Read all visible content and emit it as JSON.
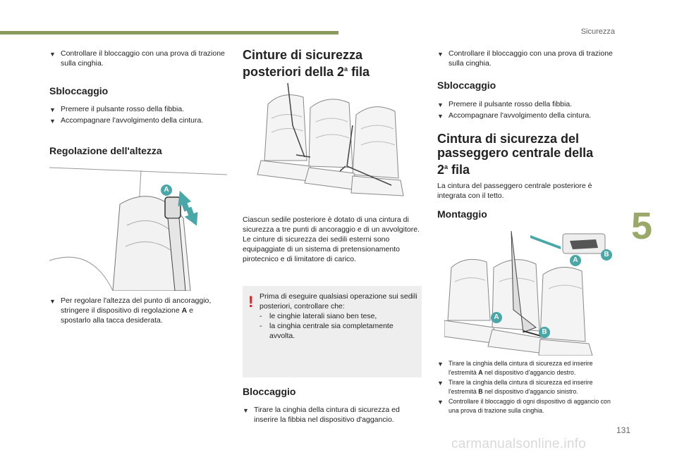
{
  "page": {
    "section": "Sicurezza",
    "chapter": "5",
    "page_number": "131",
    "watermark": "carmanualsonline.info"
  },
  "col1": {
    "intro_bullet": "Controllare il bloccaggio con una prova di trazione sulla cinghia.",
    "unlock_title": "Sbloccaggio",
    "unlock_bullets": [
      "Premere il pulsante rosso della fibbia.",
      "Accompagnare l'avvolgimento della cintura."
    ],
    "height_title": "Regolazione dell'altezza",
    "height_bullet_a": "Per regolare l'altezza del punto di ancoraggio, stringere il dispositivo di regolazione ",
    "height_bullet_bold": "A",
    "height_bullet_b": " e spostarlo alla tacca desiderata.",
    "callout_a": "A"
  },
  "col2": {
    "title_line1": "Cinture di sicurezza",
    "title_line2": "posteriori della 2",
    "title_sup": "a",
    "title_end": " fila",
    "para1": "Ciascun sedile posteriore è dotato di una cintura di sicurezza a tre punti di ancoraggio e di un avvolgitore.",
    "para2": "Le cinture di sicurezza dei sedili esterni sono equipaggiate di un sistema di pretensionamento pirotecnico e di limitatore di carico.",
    "warning_mark": "!",
    "warning_intro": "Prima di eseguire qualsiasi operazione sui sedili posteriori, controllare che:",
    "warning_items": [
      "le cinghie laterali siano ben tese,",
      "la cinghia centrale sia completamente avvolta."
    ],
    "lock_title": "Bloccaggio",
    "lock_bullet": "Tirare la cinghia della cintura di sicurezza ed inserire la fibbia nel dispositivo d'aggancio."
  },
  "col3": {
    "intro_bullet": "Controllare il bloccaggio con una prova di trazione sulla cinghia.",
    "unlock_title": "Sbloccaggio",
    "unlock_bullets": [
      "Premere il pulsante rosso della fibbia.",
      "Accompagnare l'avvolgimento della cintura."
    ],
    "center_title_line1": "Cintura di sicurezza del",
    "center_title_line2": "passeggero centrale della",
    "center_title_line3": "2",
    "center_title_sup": "a",
    "center_title_end": " fila",
    "center_para": "La cintura del passeggero centrale posteriore è integrata con il tetto.",
    "mount_title": "Montaggio",
    "callouts": [
      "A",
      "B",
      "A",
      "B"
    ],
    "steps": [
      {
        "a": "Tirare la cinghia della cintura di sicurezza ed inserire l'estremità ",
        "bold": "A",
        "b": " nel dispositivo d'aggancio destro."
      },
      {
        "a": "Tirare la cinghia della cintura di sicurezza ed inserire l'estremità ",
        "bold": "B",
        "b": " nel dispositivo d'aggancio sinistro."
      },
      {
        "a": "Controllare il bloccaggio di ogni dispositivo di aggancio con una prova di trazione sulla cinghia.",
        "bold": "",
        "b": ""
      }
    ]
  },
  "colors": {
    "accent": "#8b9b5c",
    "callout": "#4aa7a8",
    "warning": "#dd2222"
  }
}
